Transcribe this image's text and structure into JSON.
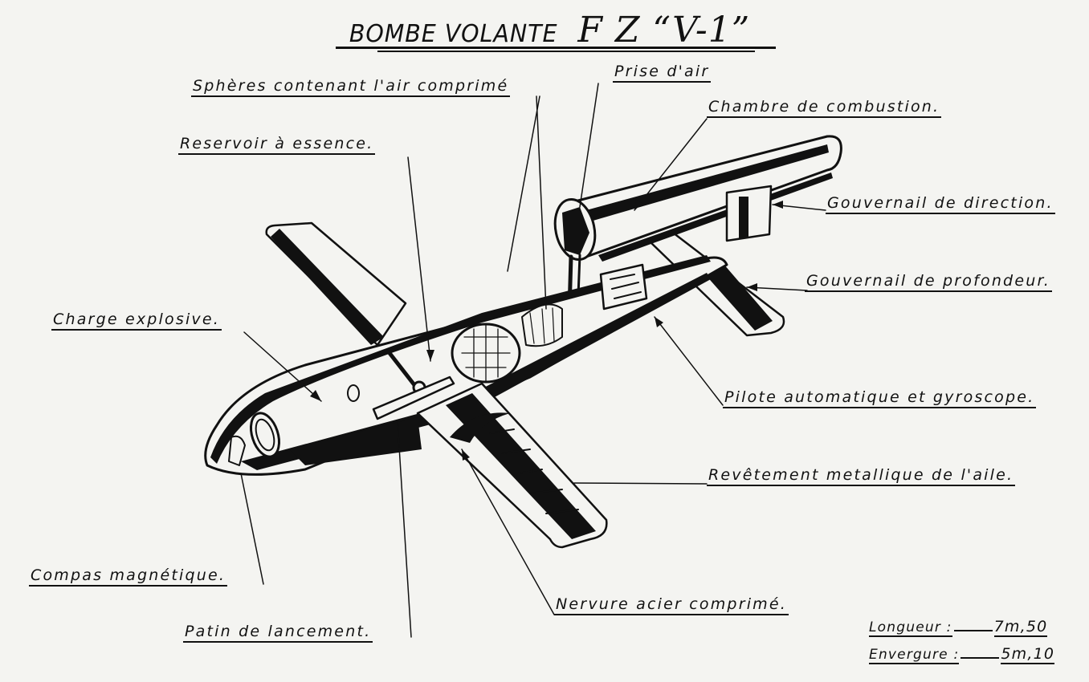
{
  "title": {
    "main": "BOMBE VOLANTE",
    "designation": "F Z “V-1”"
  },
  "labels": {
    "spheres": "Sphères contenant l'air comprimé",
    "prise_air": "Prise d'air",
    "chambre": "Chambre de combustion.",
    "reservoir": "Reservoir à essence.",
    "gouv_direction": "Gouvernail de direction.",
    "gouv_profondeur": "Gouvernail de profondeur.",
    "charge": "Charge explosive.",
    "pilote": "Pilote automatique et gyroscope.",
    "revetement": "Revêtement metallique de l'aile.",
    "compas": "Compas magnétique.",
    "nervure": "Nervure acier comprimé.",
    "patin": "Patin de lancement."
  },
  "dimensions": {
    "longueur_label": "Longueur :",
    "longueur_value": "7m,50",
    "envergure_label": "Envergure :",
    "envergure_value": "5m,10"
  }
}
